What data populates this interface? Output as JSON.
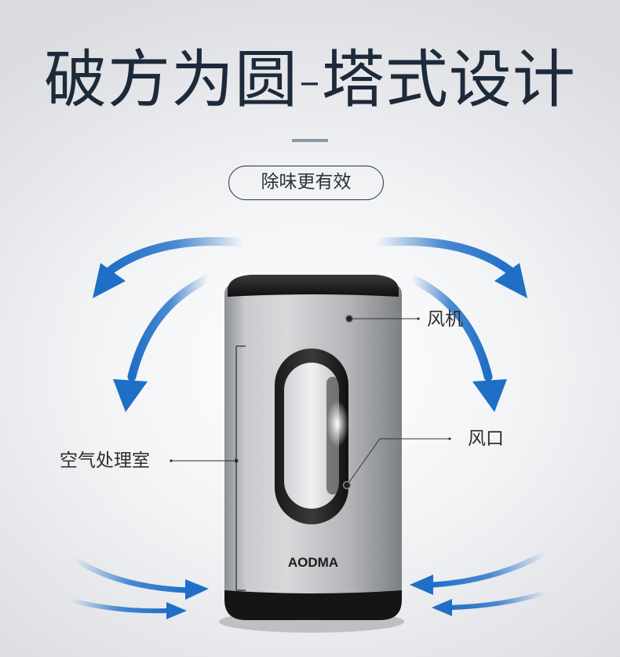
{
  "headline": "破方为圆-塔式设计",
  "subheading": "除味更有效",
  "device": {
    "brand": "AODMA"
  },
  "labels": {
    "fan": "风机",
    "vent": "风口",
    "chamber": "空气处理室"
  },
  "colors": {
    "headline": "#1d2a3a",
    "arrow": "#1f6fc7",
    "device_body": "#b7b9bc",
    "device_cap": "#1a1a1a"
  }
}
